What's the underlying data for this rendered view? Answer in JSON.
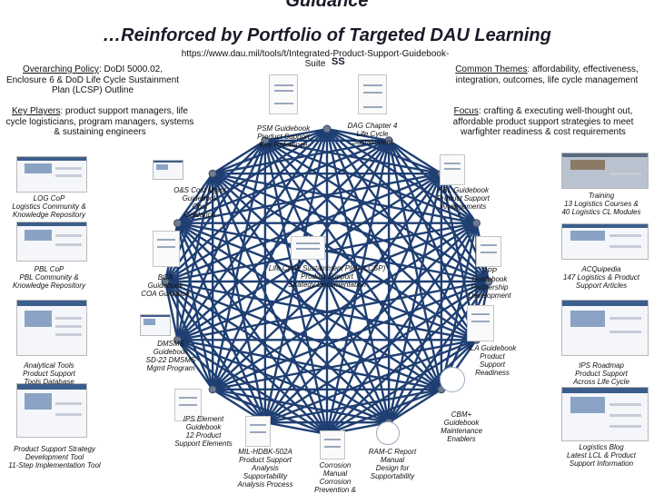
{
  "header": {
    "title_line1": "Guidance",
    "title_line2": "…Reinforced by Portfolio of Targeted DAU Learning",
    "url": "https://www.dau.mil/tools/t/Integrated-Product-Support-Guidebook-Suite",
    "url_overlay": "SS"
  },
  "panels": {
    "overarching_policy": {
      "label": "Overarching Policy",
      "text": ": DoDI 5000.02, Enclosure 6 & DoD Life Cycle Sustainment Plan (LCSP) Outline"
    },
    "key_players": {
      "label": "Key Players",
      "text": ": product support managers, life cycle logisticians, program managers, systems & sustaining engineers"
    },
    "common_themes": {
      "label": "Common Themes",
      "text": ": affordability, effectiveness, integration, outcomes, life cycle management"
    },
    "focus": {
      "label": "Focus",
      "text": ": crafting & executing well-thought out, affordable product support strategies to meet warfighter readiness & cost requirements"
    }
  },
  "resources": [
    {
      "id": "psm",
      "text": "PSM Guidebook\nProduct Support\nKey Reference"
    },
    {
      "id": "dag",
      "text": "DAG Chapter 4\nLife Cycle\nSustainment"
    },
    {
      "id": "os",
      "text": "O&S Cost Mgmt\nGuidebook\nCost\nGuidance"
    },
    {
      "id": "pblg",
      "text": "PBL Guidebook\nProduct Support\nArrangements"
    },
    {
      "id": "logcop",
      "text": "LOG CoP\nLogistics Community &\nKnowledge Repository"
    },
    {
      "id": "training",
      "text": "Training\n13 Logistics Courses &\n40 Logistics CL Modules"
    },
    {
      "id": "pblcop",
      "text": "PBL CoP\nPBL Community &\nKnowledge Repository"
    },
    {
      "id": "lcsp",
      "text": "Life Cycle Sustainment Plan (LCSP)\nProduct Support\nStrategy Documentation"
    },
    {
      "id": "bca",
      "text": "BCA\nGuidebook\nCOA Guidance"
    },
    {
      "id": "ppp",
      "text": "PPP\nGuidebook\nPartnership\nDevelopment"
    },
    {
      "id": "acq",
      "text": "ACQuipedia\n147 Logistics & Product\nSupport Articles"
    },
    {
      "id": "dmsms",
      "text": "DMSMS\nGuidebook\nSD-22 DMSMS\nMgmt Program"
    },
    {
      "id": "ila",
      "text": "ILA Guidebook\nProduct\nSupport\nReadiness"
    },
    {
      "id": "tools",
      "text": "Analytical Tools\nProduct Support\nTools Database"
    },
    {
      "id": "ipsroad",
      "text": "IPS Roadmap\nProduct Support\nAcross Life Cycle"
    },
    {
      "id": "ipse",
      "text": "IPS Element\nGuidebook\n12 Product\nSupport Elements"
    },
    {
      "id": "cbm",
      "text": "CBM+\nGuidebook\nMaintenance\nEnablers"
    },
    {
      "id": "psdt",
      "text": "Product Support Strategy\nDevelopment Tool\n11-Step Implementation Tool"
    },
    {
      "id": "mil",
      "text": "MIL-HDBK-502A\nProduct Support\nAnalysis\nSupportability\nAnalysis Process"
    },
    {
      "id": "corr",
      "text": "Corrosion\nManual\nCorrosion\nPrevention &"
    },
    {
      "id": "ram",
      "text": "RAM-C Report\nManual\nDesign for\nSupportability"
    },
    {
      "id": "blog",
      "text": "Logistics Blog\nLatest LCL & Product\nSupport Information"
    }
  ],
  "colors": {
    "line": "#1f3f73",
    "node": "#6e7d93",
    "accent_red": "#cc2222"
  }
}
